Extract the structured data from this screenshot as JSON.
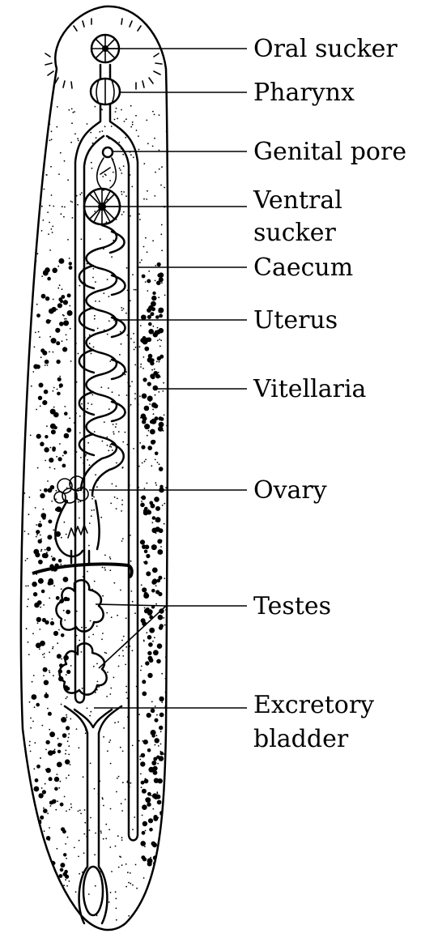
{
  "labels": {
    "oral_sucker": "Oral sucker",
    "pharynx": "Pharynx",
    "genital_pore": "Genital pore",
    "ventral_sucker_line1": "Ventral",
    "ventral_sucker_line2": "sucker",
    "caecum": "Caecum",
    "uterus": "Uterus",
    "vitellaria": "Vitellaria",
    "ovary": "Ovary",
    "testes": "Testes",
    "excretory_bladder_line1": "Excretory",
    "excretory_bladder_line2": "bladder"
  },
  "colors": {
    "ink": "#000000",
    "paper": "#ffffff"
  }
}
